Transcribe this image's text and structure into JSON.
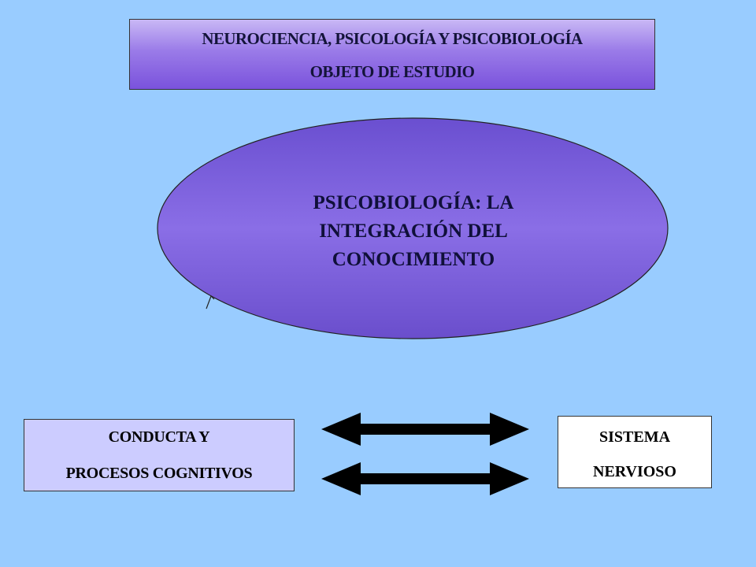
{
  "header": {
    "line1": "NEUROCIENCIA, PSICOLOGÍA Y PSICOBIOLOGÍA",
    "line2": "OBJETO DE ESTUDIO"
  },
  "center_node": {
    "text": "PSICOBIOLOGÍA:  LA\nINTEGRACIÓN  DEL\nCONOCIMIENTO"
  },
  "left_node": {
    "line1": "CONDUCTA Y",
    "line2": "PROCESOS COGNITIVOS"
  },
  "right_node": {
    "line1": "SISTEMA",
    "line2": "NERVIOSO"
  },
  "edges": [
    {
      "from": "left_node",
      "to": "right_node",
      "type": "bidirectional-arrow"
    },
    {
      "from": "left_node",
      "to": "right_node",
      "type": "bidirectional-arrow"
    }
  ],
  "colors": {
    "background": "#99ccff",
    "ellipse_fill": "#7f62dc",
    "left_box_fill": "#ccccff",
    "right_box_fill": "#ffffff",
    "arrow": "#000000"
  }
}
